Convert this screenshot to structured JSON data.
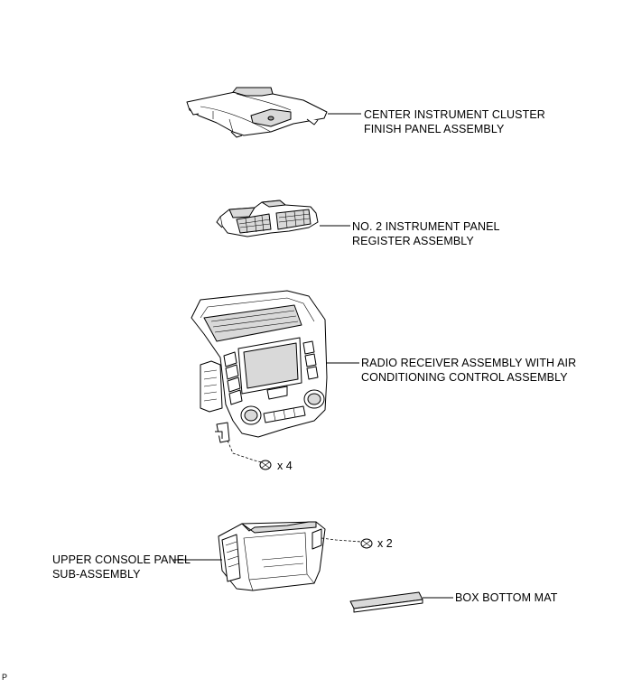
{
  "parts": [
    {
      "label_line1": "CENTER INSTRUMENT CLUSTER",
      "label_line2": "FINISH PANEL ASSEMBLY"
    },
    {
      "label_line1": "NO. 2 INSTRUMENT PANEL",
      "label_line2": "REGISTER ASSEMBLY"
    },
    {
      "label_line1": "RADIO RECEIVER ASSEMBLY WITH AIR",
      "label_line2": "CONDITIONING CONTROL ASSEMBLY"
    },
    {
      "label_line1": "UPPER CONSOLE PANEL",
      "label_line2": "SUB-ASSEMBLY"
    },
    {
      "label_line1": "BOX BOTTOM MAT"
    }
  ],
  "fasteners": [
    {
      "quantity": "x 4"
    },
    {
      "quantity": "x 2"
    }
  ],
  "footer_code": "P"
}
